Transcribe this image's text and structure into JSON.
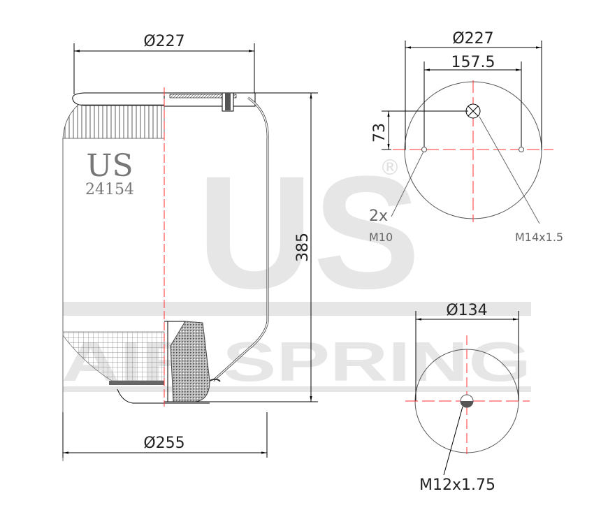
{
  "watermark": {
    "logo": "US",
    "brand": "AIR SPRING",
    "registered": "®"
  },
  "side_view": {
    "top_diameter": "Ø227",
    "bottom_diameter": "Ø255",
    "height": "385",
    "brand_mark": "US",
    "part_number": "24154"
  },
  "top_view": {
    "outer_diameter": "Ø227",
    "bolt_spacing": "157.5",
    "offset": "73",
    "bolt_count": "2x",
    "bolt_thread": "M10",
    "air_inlet_thread": "M14x1.5"
  },
  "bottom_view": {
    "outer_diameter": "Ø134",
    "thread": "M12x1.75"
  },
  "colors": {
    "line": "#000000",
    "centerline": "#ff3030",
    "watermark": "#e6e6e6",
    "text": "#222222"
  }
}
